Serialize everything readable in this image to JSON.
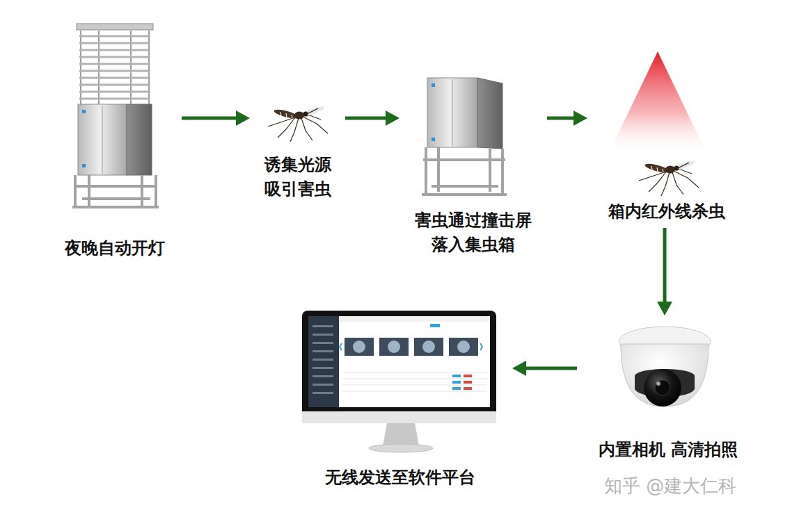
{
  "diagram": {
    "nodes": [
      {
        "text": [
          "夜晚自动开灯"
        ]
      },
      {
        "text": [
          "诱集光源 吸引害虫"
        ]
      },
      {
        "text": [
          "害虫通过撞击屏 落入集虫箱"
        ]
      },
      {
        "text": [
          "箱内红外线杀虫"
        ]
      },
      {
        "text": [
          "内置相机 高清拍照"
        ]
      },
      {
        "text": [
          "无线发送至软件平台"
        ]
      }
    ],
    "edges": [
      {
        "from": 0,
        "to": 1,
        "arrow": "to"
      },
      {
        "from": 1,
        "to": 2,
        "arrow": "to"
      },
      {
        "from": 2,
        "to": 3,
        "arrow": "to"
      },
      {
        "from": 3,
        "to": 4,
        "arrow": "to"
      },
      {
        "from": 4,
        "to": 5,
        "arrow": "to"
      }
    ],
    "labels": [
      "知乎 @建大仁科"
    ]
  }
}
